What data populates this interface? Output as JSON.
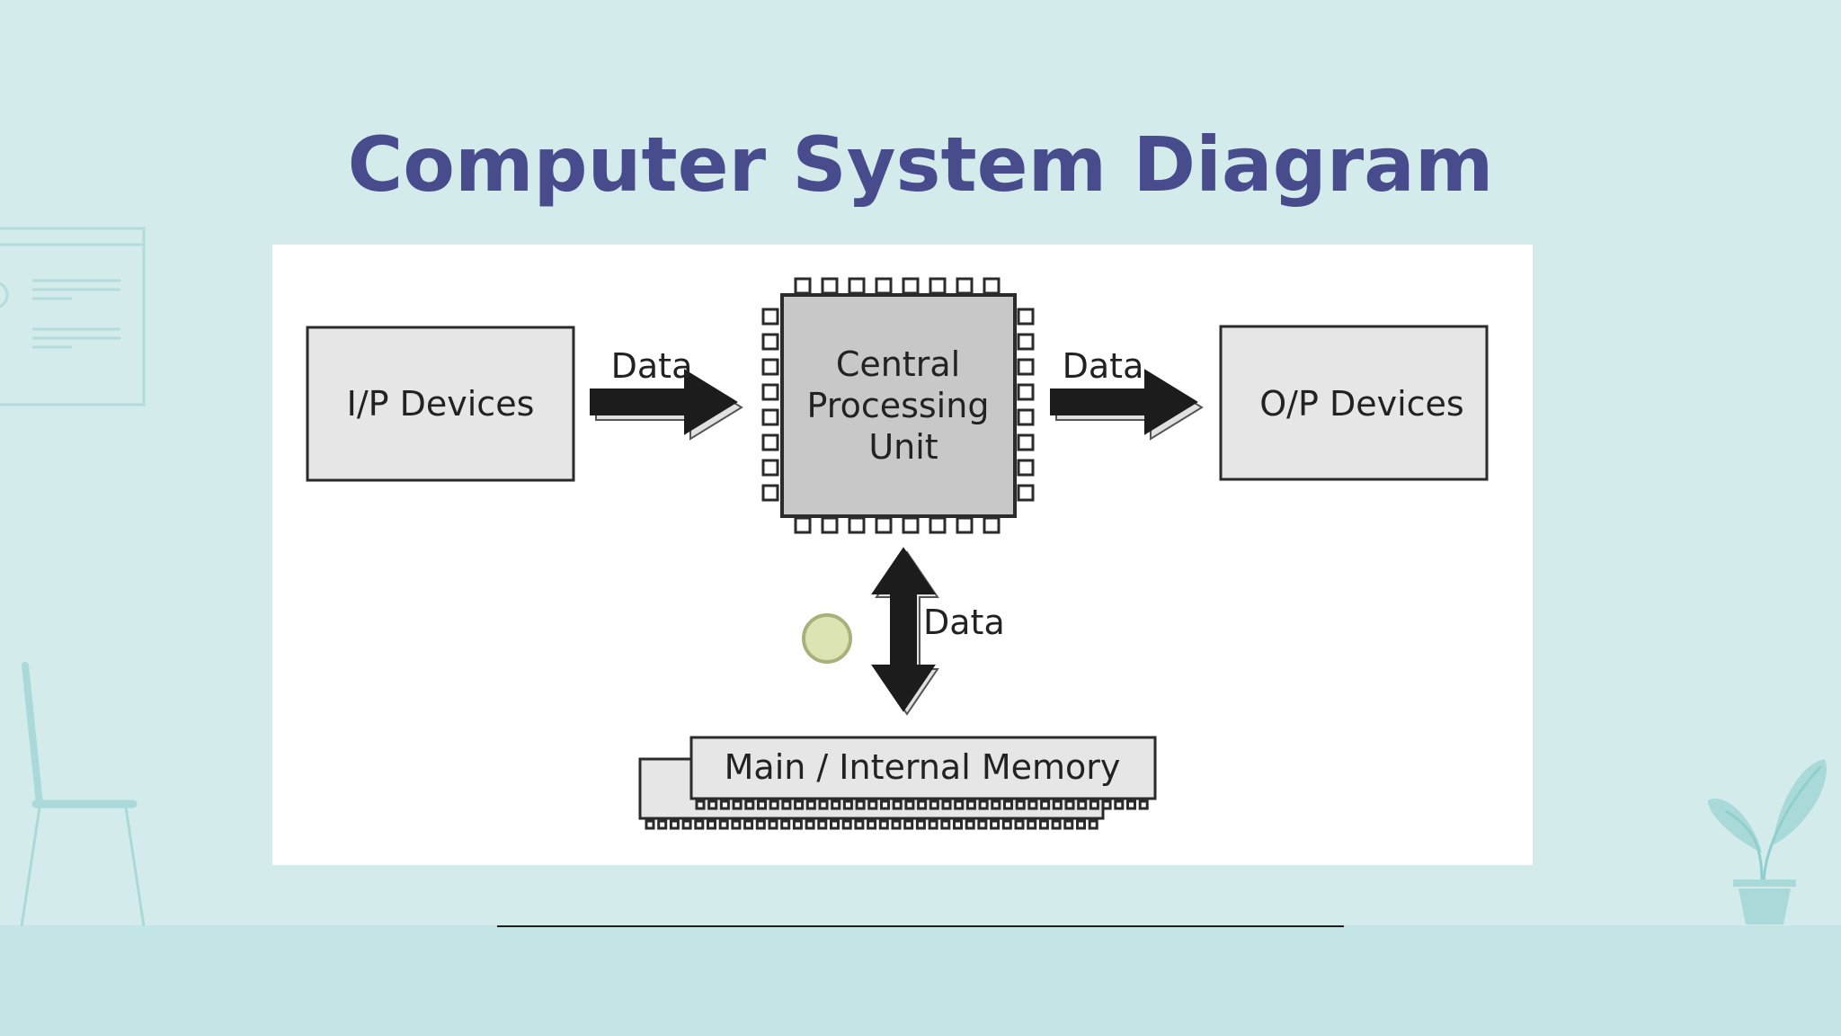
{
  "slide": {
    "title": "Computer System Diagram"
  },
  "diagram": {
    "input_box": "I/P Devices",
    "output_box": "O/P Devices",
    "cpu_line1": "Central",
    "cpu_line2": "Processing",
    "cpu_line3": "Unit",
    "memory_box": "Main / Internal Memory",
    "arrow_in_label": "Data",
    "arrow_out_label": "Data",
    "arrow_mem_label": "Data"
  },
  "colors": {
    "background": "#d3eceb",
    "floor": "#c4e5e5",
    "title": "#484b8c",
    "box_fill": "#e6e6e6",
    "cpu_fill": "#c8c8c8",
    "marker": "#dde4b4"
  }
}
